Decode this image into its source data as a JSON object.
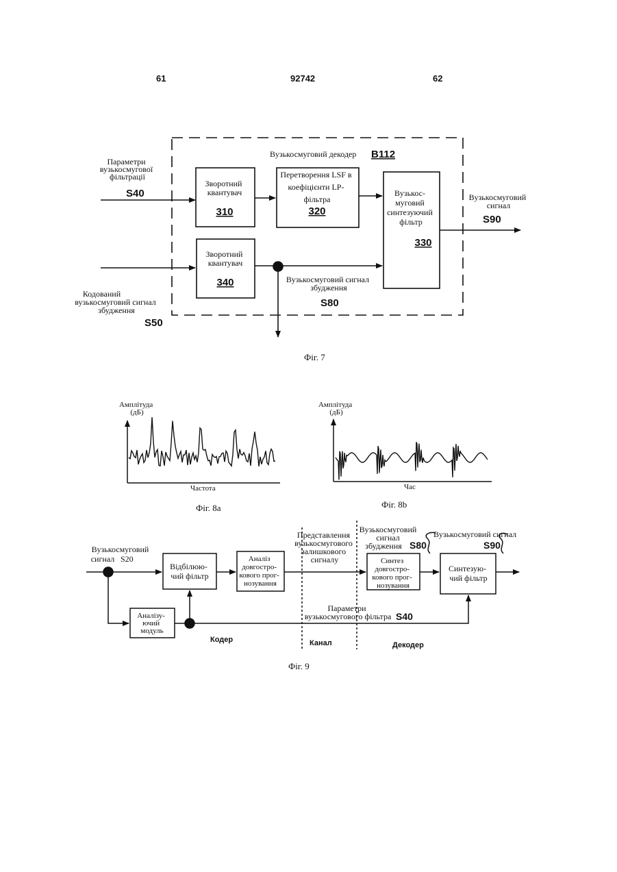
{
  "header": {
    "left_page": "61",
    "patent_number": "92742",
    "right_page": "62"
  },
  "fig7": {
    "caption": "Фіг. 7",
    "decoder_label": "Вузькосмуговий декодер",
    "decoder_id": "B112",
    "input_params": [
      "Параметри",
      "вузькосмугової",
      "фільтрації"
    ],
    "input_params_id": "S40",
    "input_excitation": [
      "Кодований",
      "вузькосмуговий сигнал",
      "збудження"
    ],
    "input_excitation_id": "S50",
    "block_310": [
      "Зворотний",
      "квантувач"
    ],
    "block_310_id": "310",
    "block_320": [
      "Перетворення LSF в",
      "коефіцієнти LP-",
      "фільтра"
    ],
    "block_320_id": "320",
    "block_330": [
      "Вузькос-",
      "муговий",
      "синтезуючий",
      "фільтр"
    ],
    "block_330_id": "330",
    "block_340": [
      "Зворотний",
      "квантувач"
    ],
    "block_340_id": "340",
    "excitation_signal": [
      "Вузькосмуговий сигнал",
      "збудження"
    ],
    "excitation_signal_id": "S80",
    "output_signal": [
      "Вузькосмуговий",
      "сигнал"
    ],
    "output_signal_id": "S90"
  },
  "fig8a": {
    "caption": "Фіг. 8a",
    "ylabel": [
      "Амплітуда",
      "(дБ)"
    ],
    "xlabel": "Частота"
  },
  "fig8b": {
    "caption": "Фіг. 8b",
    "ylabel": [
      "Амплітуда",
      "(дБ)"
    ],
    "xlabel": "Час"
  },
  "fig9": {
    "caption": "Фіг. 9",
    "input_signal": [
      "Вузькосмуговий",
      "сигнал"
    ],
    "input_signal_id": "S20",
    "whitening_filter": [
      "Відбілюю-",
      "чий фільтр"
    ],
    "ltp_analysis": [
      "Аналіз",
      "довгостро-",
      "кового прог-",
      "нозування"
    ],
    "analysis_module": [
      "Аналізу-",
      "ючий",
      "модуль"
    ],
    "residual": [
      "Представлення",
      "вузькосмугового",
      "залишкового",
      "сигналу"
    ],
    "excitation": [
      "Вузькосмуговий",
      "сигнал",
      "збудження"
    ],
    "excitation_id": "S80",
    "ltp_synthesis": [
      "Синтез",
      "довгостро-",
      "кового прог-",
      "нозування"
    ],
    "output_signal": "Вузькосмуговий сигнал",
    "output_signal_id": "S90",
    "synth_filter": [
      "Синтезую-",
      "чий фільтр"
    ],
    "filter_params": [
      "Параметри",
      "вузькосмугового фільтра"
    ],
    "filter_params_id": "S40",
    "encoder": "Кодер",
    "channel": "Канал",
    "decoder": "Декодер"
  }
}
